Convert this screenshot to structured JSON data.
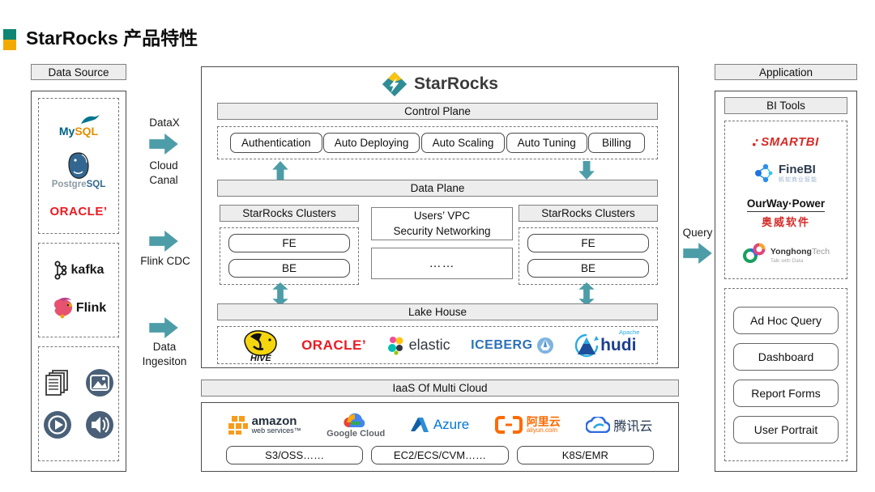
{
  "title": "StarRocks 产品特性",
  "left_panel": {
    "header": "Data Source",
    "mysql_part1": "My",
    "mysql_part2": "SQL",
    "postgres_part1": "Postgre",
    "postgres_part2": "SQL",
    "oracle": "ORACLE’",
    "kafka": "kafka",
    "flink": "Flink"
  },
  "flows": {
    "flow1_top": "DataX",
    "flow1_bottom": "Cloud Canal",
    "flow2": "Flink CDC",
    "flow3": "Data Ingesiton",
    "query": "Query"
  },
  "center": {
    "logo_text": "StarRocks",
    "control_plane": {
      "title": "Control Plane",
      "features": [
        "Authentication",
        "Auto Deploying",
        "Auto Scaling",
        "Auto Tuning",
        "Billing"
      ]
    },
    "data_plane": {
      "title": "Data Plane",
      "left_cluster": {
        "title": "StarRocks Clusters",
        "fe": "FE",
        "be": "BE"
      },
      "right_cluster": {
        "title": "StarRocks Clusters",
        "fe": "FE",
        "be": "BE"
      },
      "vpc_line1": "Users’ VPC",
      "vpc_line2": "Security Networking",
      "ellipsis": "……"
    },
    "lake_house": {
      "title": "Lake House",
      "hive": "HIVE",
      "oracle": "ORACLE’",
      "elastic": "elastic",
      "iceberg": "ICEBERG",
      "hudi": "hudi",
      "hudi_apache": "Apache"
    }
  },
  "iaas": {
    "title": "IaaS Of Multi Cloud",
    "aws_line1": "amazon",
    "aws_line2": "web services™",
    "google_cloud": "Google Cloud",
    "azure": "Azure",
    "aliyun": "阿里云",
    "aliyun_sub": "aliyun.com",
    "tencent": "腾讯云",
    "buttons": [
      "S3/OSS……",
      "EC2/ECS/CVM……",
      "K8S/EMR"
    ]
  },
  "right_panel": {
    "header": "Application",
    "bi_title": "BI Tools",
    "smartbi": "SMARTBI",
    "finebi": "FineBI",
    "finebi_sub": "帆软商业智能",
    "ourway": "OurWay·Power",
    "ourway_sub": "奥威软件",
    "yonghong_bold": "Yonghong",
    "yonghong_light": "Tech",
    "yonghong_tag": "Talk with Data",
    "apps": [
      "Ad Hoc Query",
      "Dashboard",
      "Report Forms",
      "User Portrait"
    ]
  }
}
